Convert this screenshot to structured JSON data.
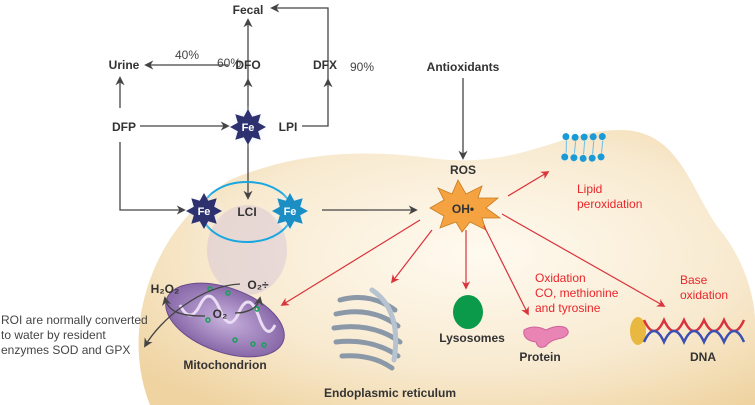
{
  "labels": {
    "fecal": "Fecal",
    "urine": "Urine",
    "dfo": "DFO",
    "dfx": "DFX",
    "dfp": "DFP",
    "lpi": "LPI",
    "pct60": "60%",
    "pct40": "40%",
    "pct90": "90%",
    "fe": "Fe",
    "lci": "LCI",
    "antioxidants": "Antioxidants",
    "ros": "ROS",
    "oh": "OH•",
    "lipid_1": "Lipid",
    "lipid_2": "peroxidation",
    "h2o2": "H₂O₂",
    "o2_superoxide": "O₂÷",
    "o2": "O₂",
    "roi_1": "ROI are normally converted",
    "roi_2": "to water by resident",
    "roi_3": "enzymes SOD and GPX",
    "mitochondrion": "Mitochondrion",
    "er": "Endoplasmic reticulum",
    "lysosomes": "Lysosomes",
    "oxidation_1": "Oxidation",
    "oxidation_2": "CO, methionine",
    "oxidation_3": "and tyrosine",
    "protein": "Protein",
    "base_1": "Base",
    "base_2": "oxidation",
    "dna": "DNA"
  },
  "colors": {
    "cell": "#f6e3c0",
    "fe_dark": "#2e3170",
    "fe_light": "#1b8fc4",
    "lci_ring": "#1aa7e0",
    "oh_star": "#f4a340",
    "damage_arrow": "#d9333b",
    "damage_text": "#e8262b",
    "lysosome": "#0a9a4a",
    "mitochondrion": "#9a79b8"
  }
}
